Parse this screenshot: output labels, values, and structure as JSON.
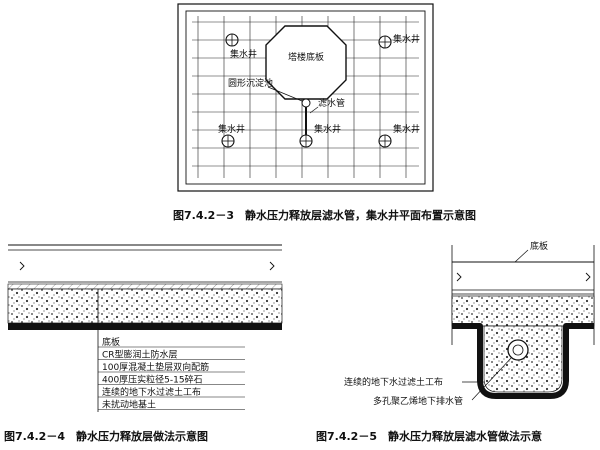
{
  "figure_plan": {
    "caption": "图7.4.2－3　静水压力释放层滤水管，集水井平面布置示意图",
    "labels": {
      "tower_base": "塔楼底板",
      "well_left": "集水井",
      "well_right_top": "集水井",
      "settling_pool": "圆形沉淀池",
      "filter_pipe": "滤水管",
      "well_bottom_left": "集水井",
      "well_bottom_center": "集水井",
      "well_bottom_right": "集水井"
    }
  },
  "figure_layers": {
    "caption": "图7.4.2－4　静水压力释放层做法示意图",
    "layers": [
      "底板",
      "CR型膨润土防水层",
      "100厚混凝土垫层双向配筋",
      "400厚压实粒径5-15碎石",
      "连续的地下水过滤土工布",
      "未扰动地基土"
    ]
  },
  "figure_pipe": {
    "caption": "图7.4.2－5　静水压力释放层滤水管做法示意",
    "labels": {
      "base_slab": "底板",
      "geotextile": "连续的地下水过滤土工布",
      "drain_pipe": "多孔聚乙烯地下排水管"
    }
  }
}
